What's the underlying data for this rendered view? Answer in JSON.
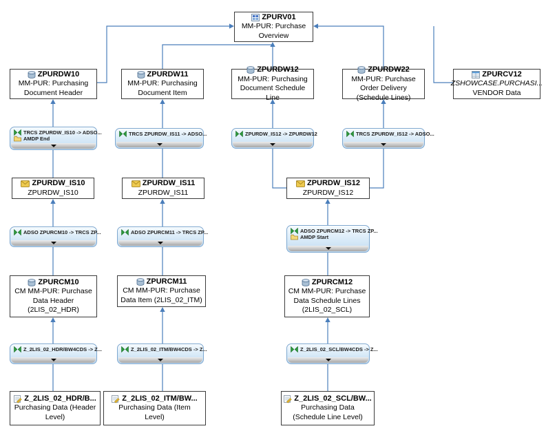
{
  "colors": {
    "connector": "#4a7ebb",
    "node_border": "#3a3a3a",
    "transformation_border": "#7da7cf",
    "transformation_fill": "#ddedf9",
    "infosource_icon_yellow": "#edc94f",
    "transformation_icon_green": "#2e9b3e",
    "datastore_icon_blue": "#a8bfd4"
  },
  "nodes": [
    {
      "title": "ZPURV01",
      "subtitle": "MM-PUR: Purchase Overview",
      "icon": "composite-provider-icon"
    },
    {
      "title": "ZPURDW10",
      "subtitle": "MM-PUR: Purchasing Document Header",
      "icon": "datastore-icon"
    },
    {
      "title": "ZPURDW11",
      "subtitle": "MM-PUR: Purchasing Document Item",
      "icon": "datastore-icon"
    },
    {
      "title": "ZPURDW12",
      "subtitle": "MM-PUR: Purchasing Document Schedule Line",
      "icon": "datastore-icon"
    },
    {
      "title": "ZPURDW22",
      "subtitle": "MM-PUR: Purchase Order Delivery (Schedule Lines)",
      "icon": "datastore-icon"
    },
    {
      "title": "ZPURCV12",
      "subtitle": "ZSHOWCASE.PURCHASI...",
      "subtitle2": "VENDOR Data",
      "icon": "view-icon"
    },
    {
      "title": "ZPURDW_IS10",
      "subtitle": "ZPURDW_IS10",
      "icon": "infosource-icon"
    },
    {
      "title": "ZPURDW_IS11",
      "subtitle": "ZPURDW_IS11",
      "icon": "infosource-icon"
    },
    {
      "title": "ZPURDW_IS12",
      "subtitle": "ZPURDW_IS12",
      "icon": "infosource-icon"
    },
    {
      "title": "ZPURCM10",
      "subtitle": "CM MM-PUR: Purchase Data Header (2LIS_02_HDR)",
      "icon": "datastore-icon"
    },
    {
      "title": "ZPURCM11",
      "subtitle": "CM MM-PUR: Purchase Data Item (2LIS_02_ITM)",
      "icon": "datastore-icon"
    },
    {
      "title": "ZPURCM12",
      "subtitle": "CM MM-PUR: Purchase Data Schedule Lines (2LIS_02_SCL)",
      "icon": "datastore-icon"
    },
    {
      "title": "Z_2LIS_02_HDR/B...",
      "subtitle": "Purchasing Data (Header Level)",
      "icon": "datasource-icon"
    },
    {
      "title": "Z_2LIS_02_ITM/BW...",
      "subtitle": "Purchasing Data (Item Level)",
      "icon": "datasource-icon"
    },
    {
      "title": "Z_2LIS_02_SCL/BW...",
      "subtitle": "Purchasing Data (Schedule Line Level)",
      "icon": "datasource-icon"
    }
  ],
  "transformations": [
    {
      "line1": "TRCS ZPURDW_IS10 -> ADSO...",
      "line2": "AMDP End"
    },
    {
      "line1": "TRCS ZPURDW_IS11 -> ADSO..."
    },
    {
      "line1": "ZPURDW_IS12 -> ZPURDW12"
    },
    {
      "line1": "TRCS ZPURDW_IS12 -> ADSO..."
    },
    {
      "line1": "ADSO ZPURCM10 -> TRCS ZP..."
    },
    {
      "line1": "ADSO ZPURCM11 -> TRCS ZP..."
    },
    {
      "line1": "ADSO ZPURCM12 -> TRCS ZP...",
      "line2": "AMDP Start"
    },
    {
      "line1": "Z_2LIS_02_HDR/BW4CDS -> Z..."
    },
    {
      "line1": "Z_2LIS_02_ITM/BW4CDS -> Z..."
    },
    {
      "line1": "Z_2LIS_02_SCL/BW4CDS -> Z..."
    }
  ]
}
